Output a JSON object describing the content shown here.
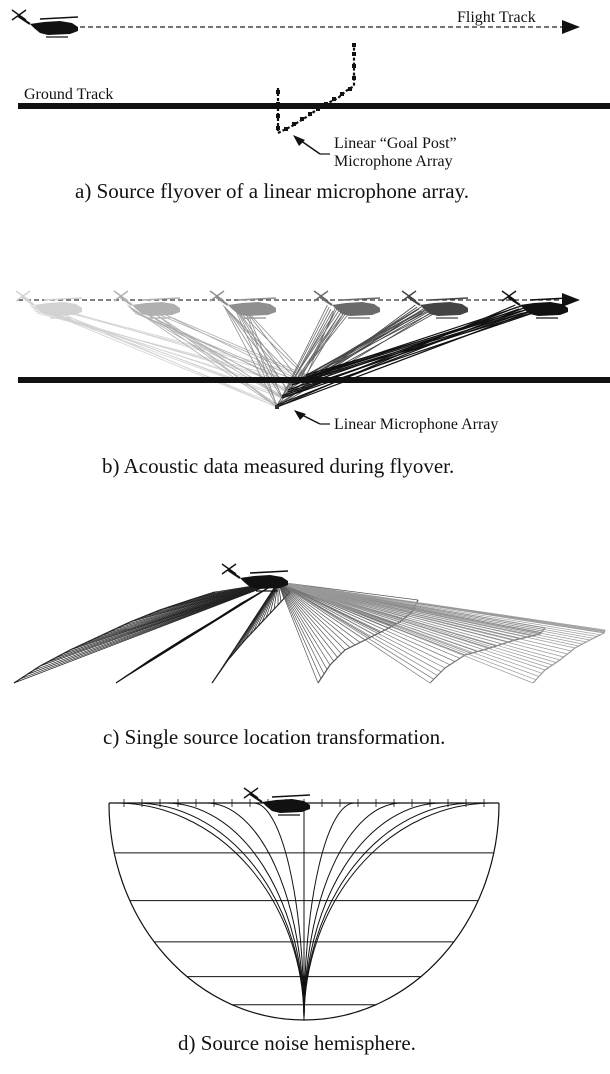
{
  "panel_a": {
    "flight_track_label": "Flight Track",
    "ground_track_label": "Ground Track",
    "array_label_line1": "Linear “Goal Post”",
    "array_label_line2": "Microphone Array",
    "caption": "a)  Source flyover of a linear microphone array."
  },
  "panel_b": {
    "array_label": "Linear Microphone Array",
    "caption": "b)  Acoustic data measured during flyover."
  },
  "panel_c": {
    "caption": "c)  Single source location transformation."
  },
  "panel_d": {
    "caption": "d)  Source noise hemisphere."
  },
  "icons": [
    "helicopter-icon",
    "arrow-head-icon",
    "microphone-array-icon"
  ]
}
